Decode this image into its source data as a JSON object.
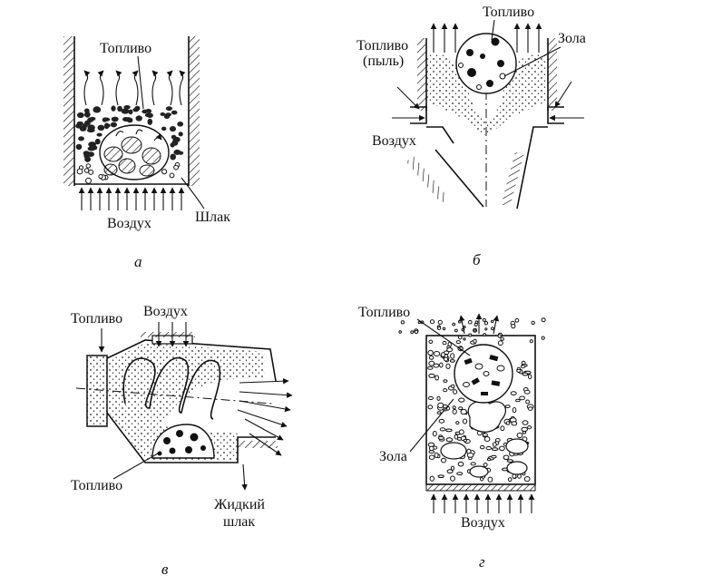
{
  "panels": {
    "a": {
      "caption": "а",
      "labels": {
        "fuel": "Топливо",
        "air": "Воздух",
        "slag": "Шлак"
      }
    },
    "b": {
      "caption": "б",
      "labels": {
        "fuel": "Топливо",
        "fuel_dust_line1": "Топливо",
        "fuel_dust_line2": "(пыль)",
        "ash": "Зола",
        "air": "Воздух"
      }
    },
    "v": {
      "caption": "в",
      "labels": {
        "fuel_top": "Топливо",
        "air": "Воздух",
        "fuel_bottom": "Топливо",
        "liquid_slag_line1": "Жидкий",
        "liquid_slag_line2": "шлак"
      }
    },
    "g": {
      "caption": "г",
      "labels": {
        "fuel": "Топливо",
        "ash": "Зола",
        "air": "Воздух"
      }
    }
  }
}
